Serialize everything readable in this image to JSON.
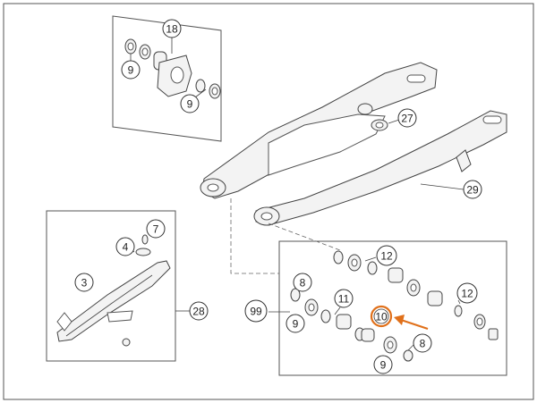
{
  "callouts": [
    {
      "id": "c18",
      "label": "18"
    },
    {
      "id": "c9a",
      "label": "9"
    },
    {
      "id": "c9b",
      "label": "9"
    },
    {
      "id": "c27",
      "label": "27"
    },
    {
      "id": "c29",
      "label": "29"
    },
    {
      "id": "c7",
      "label": "7"
    },
    {
      "id": "c4",
      "label": "4"
    },
    {
      "id": "c3",
      "label": "3"
    },
    {
      "id": "c28",
      "label": "28"
    },
    {
      "id": "c99",
      "label": "99"
    },
    {
      "id": "c8a",
      "label": "8"
    },
    {
      "id": "c9c",
      "label": "9"
    },
    {
      "id": "c11",
      "label": "11"
    },
    {
      "id": "c12a",
      "label": "12"
    },
    {
      "id": "c12b",
      "label": "12"
    },
    {
      "id": "c10",
      "label": "10"
    },
    {
      "id": "c8b",
      "label": "8"
    },
    {
      "id": "c9d",
      "label": "9"
    }
  ],
  "colors": {
    "highlight": "#e0701a",
    "line": "#444444",
    "background": "#ffffff"
  }
}
